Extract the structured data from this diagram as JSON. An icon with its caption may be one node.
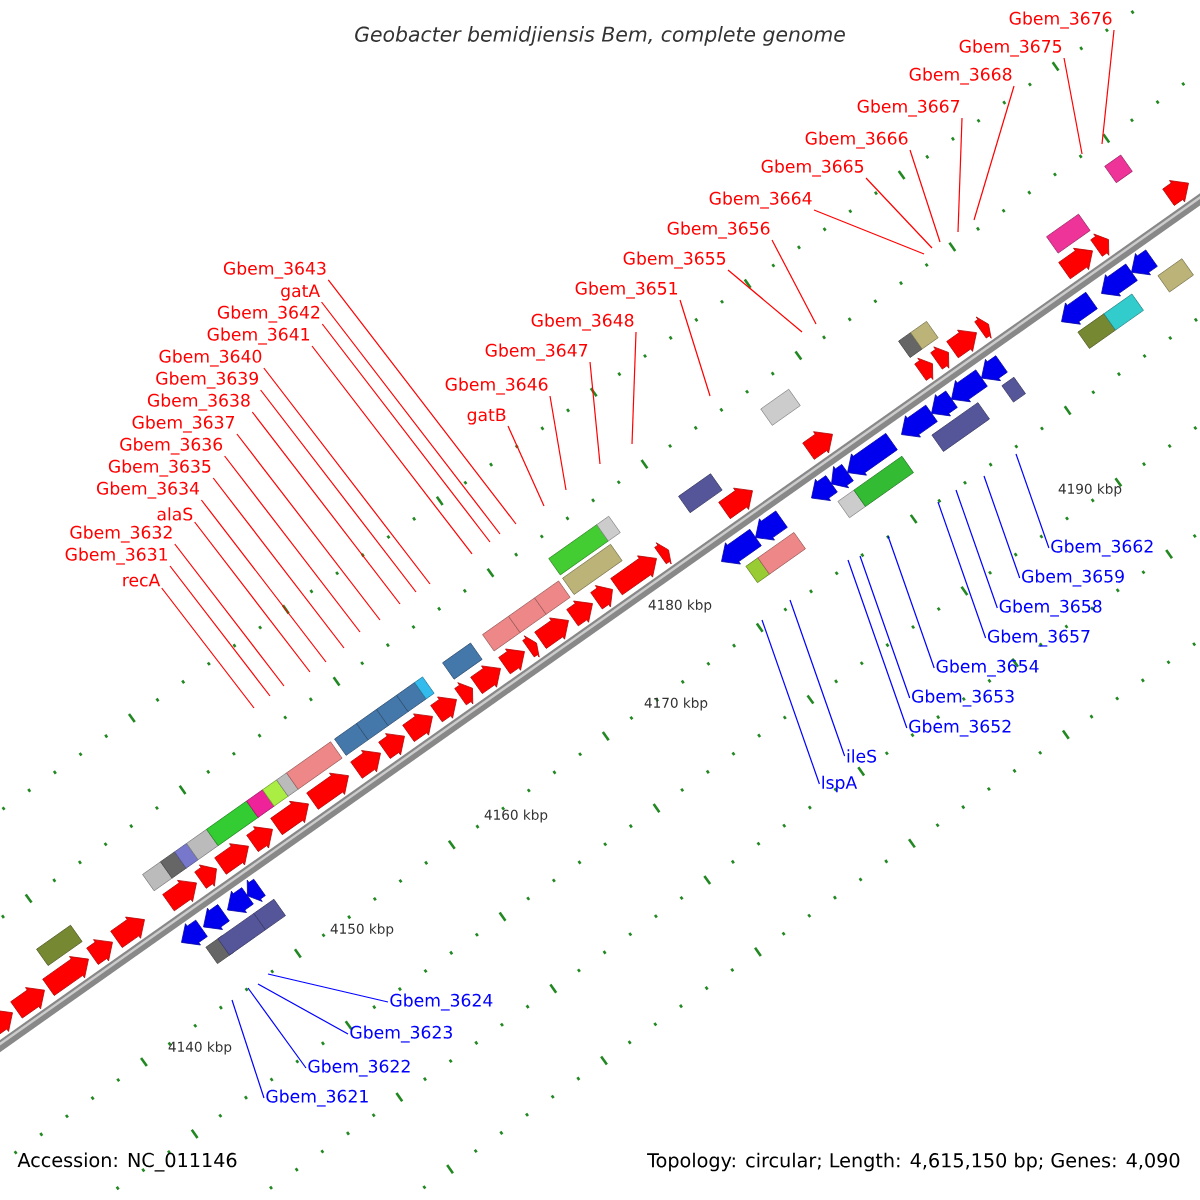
{
  "diagram": {
    "title": "Geobacter bemidjiensis Bem, complete genome",
    "nodes": [
      {
        "text": [
          "Gbem_3676"
        ]
      },
      {
        "text": [
          "Gbem_3675"
        ]
      },
      {
        "text": [
          "Gbem_3668"
        ]
      },
      {
        "text": [
          "Gbem_3667"
        ]
      },
      {
        "text": [
          "Gbem_3666"
        ]
      },
      {
        "text": [
          "Gbem_3665"
        ]
      },
      {
        "text": [
          "Gbem_3664"
        ]
      },
      {
        "text": [
          "Gbem_3656"
        ]
      },
      {
        "text": [
          "Gbem_3655"
        ]
      },
      {
        "text": [
          "Gbem_3651"
        ]
      },
      {
        "text": [
          "Gbem_3648"
        ]
      },
      {
        "text": [
          "Gbem_3647"
        ]
      },
      {
        "text": [
          "Gbem_3646"
        ]
      },
      {
        "text": [
          "gatB"
        ]
      },
      {
        "text": [
          "gatA"
        ]
      },
      {
        "text": [
          "Gbem_3643"
        ]
      },
      {
        "text": [
          "Gbem_3642"
        ]
      },
      {
        "text": [
          "Gbem_3641"
        ]
      },
      {
        "text": [
          "Gbem_3640"
        ]
      },
      {
        "text": [
          "Gbem_3639"
        ]
      },
      {
        "text": [
          "Gbem_3638"
        ]
      },
      {
        "text": [
          "Gbem_3637"
        ]
      },
      {
        "text": [
          "Gbem_3636"
        ]
      },
      {
        "text": [
          "Gbem_3635"
        ]
      },
      {
        "text": [
          "Gbem_3634"
        ]
      },
      {
        "text": [
          "alaS"
        ]
      },
      {
        "text": [
          "Gbem_3632"
        ]
      },
      {
        "text": [
          "Gbem_3631"
        ]
      },
      {
        "text": [
          "recA"
        ]
      },
      {
        "text": [
          "Gbem_3662"
        ]
      },
      {
        "text": [
          "Gbem_3658"
        ]
      },
      {
        "text": [
          "Gbem_3659"
        ]
      },
      {
        "text": [
          "Gbem_3657"
        ]
      },
      {
        "text": [
          "Gbem_3654"
        ]
      },
      {
        "text": [
          "Gbem_3653"
        ]
      },
      {
        "text": [
          "Gbem_3652"
        ]
      },
      {
        "text": [
          "ileS"
        ]
      },
      {
        "text": [
          "lspA"
        ]
      },
      {
        "text": [
          "Gbem_3624"
        ]
      },
      {
        "text": [
          "Gbem_3623"
        ]
      },
      {
        "text": [
          "Gbem_3622"
        ]
      },
      {
        "text": [
          "Gbem_3621"
        ]
      }
    ],
    "edges": [
      {
        "from": 0,
        "to": null,
        "arrow": "none"
      },
      {
        "from": 1,
        "to": null,
        "arrow": "none"
      },
      {
        "from": 2,
        "to": null,
        "arrow": "none"
      },
      {
        "from": 3,
        "to": null,
        "arrow": "none"
      },
      {
        "from": 4,
        "to": null,
        "arrow": "none"
      },
      {
        "from": 5,
        "to": null,
        "arrow": "none"
      },
      {
        "from": 6,
        "to": null,
        "arrow": "none"
      },
      {
        "from": 7,
        "to": null,
        "arrow": "none"
      },
      {
        "from": 8,
        "to": null,
        "arrow": "none"
      },
      {
        "from": 9,
        "to": null,
        "arrow": "none"
      },
      {
        "from": 10,
        "to": null,
        "arrow": "none"
      },
      {
        "from": 11,
        "to": null,
        "arrow": "none"
      },
      {
        "from": 12,
        "to": null,
        "arrow": "none"
      },
      {
        "from": 13,
        "to": null,
        "arrow": "none"
      },
      {
        "from": 14,
        "to": null,
        "arrow": "none"
      },
      {
        "from": 15,
        "to": null,
        "arrow": "none"
      },
      {
        "from": 16,
        "to": null,
        "arrow": "none"
      },
      {
        "from": 17,
        "to": null,
        "arrow": "none"
      },
      {
        "from": 18,
        "to": null,
        "arrow": "none"
      },
      {
        "from": 19,
        "to": null,
        "arrow": "none"
      },
      {
        "from": 20,
        "to": null,
        "arrow": "none"
      },
      {
        "from": 21,
        "to": null,
        "arrow": "none"
      },
      {
        "from": 22,
        "to": null,
        "arrow": "none"
      },
      {
        "from": 23,
        "to": null,
        "arrow": "none"
      },
      {
        "from": 24,
        "to": null,
        "arrow": "none"
      },
      {
        "from": 25,
        "to": null,
        "arrow": "none"
      },
      {
        "from": 26,
        "to": null,
        "arrow": "none"
      },
      {
        "from": 27,
        "to": null,
        "arrow": "none"
      },
      {
        "from": 28,
        "to": null,
        "arrow": "none"
      },
      {
        "from": 29,
        "to": null,
        "arrow": "none",
        "color": "#0000ff"
      },
      {
        "from": 30,
        "to": null,
        "arrow": "none",
        "color": "#0000ff"
      },
      {
        "from": 31,
        "to": null,
        "arrow": "none",
        "color": "#0000ff"
      },
      {
        "from": 32,
        "to": null,
        "arrow": "none",
        "color": "#0000ff"
      },
      {
        "from": 33,
        "to": null,
        "arrow": "none",
        "color": "#0000ff"
      },
      {
        "from": 34,
        "to": null,
        "arrow": "none",
        "color": "#0000ff"
      },
      {
        "from": 35,
        "to": null,
        "arrow": "none",
        "color": "#0000ff"
      },
      {
        "from": 36,
        "to": null,
        "arrow": "none",
        "color": "#0000ff"
      },
      {
        "from": 37,
        "to": null,
        "arrow": "none",
        "color": "#0000ff"
      },
      {
        "from": 38,
        "to": null,
        "arrow": "none",
        "color": "#0000ff"
      },
      {
        "from": 39,
        "to": null,
        "arrow": "none",
        "color": "#0000ff"
      },
      {
        "from": 40,
        "to": null,
        "arrow": "none",
        "color": "#0000ff"
      },
      {
        "from": 41,
        "to": null,
        "arrow": "none",
        "color": "#0000ff"
      }
    ],
    "labels": [
      "4140 kbp",
      "4150 kbp",
      "4160 kbp",
      "4170 kbp",
      "4180 kbp",
      "4190 kbp",
      "Accession: NC_011146",
      "Topology: circular; Length: 4,615,150 bp; Genes: 4,090"
    ]
  }
}
